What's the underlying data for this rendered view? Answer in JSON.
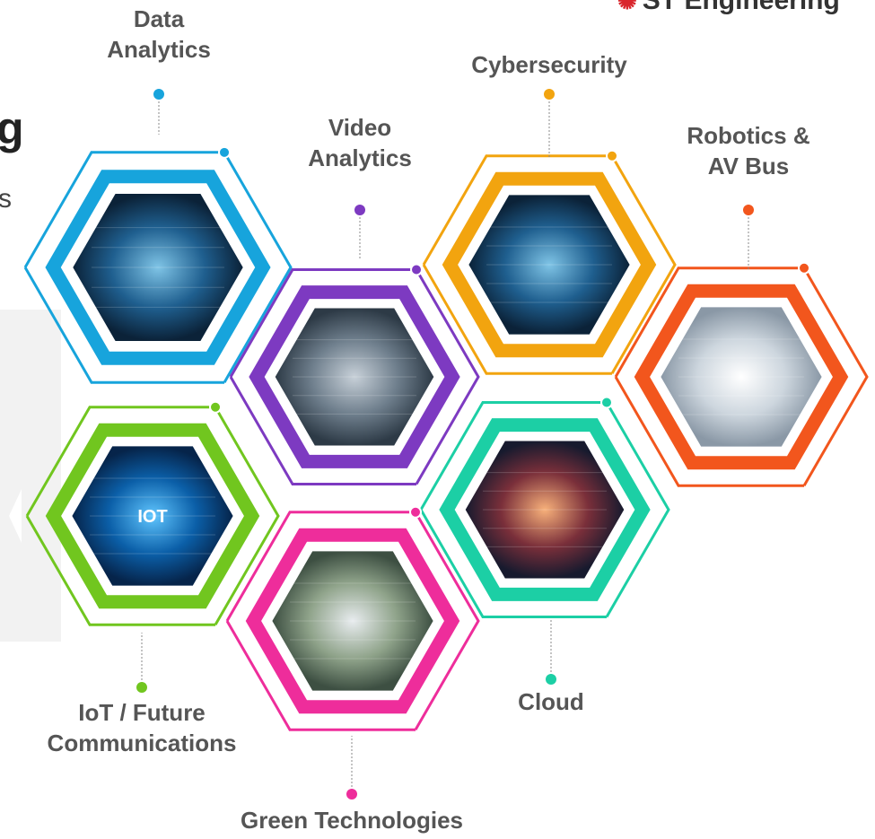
{
  "logo": {
    "text": "ST Engineering"
  },
  "page_title_fragment": "g",
  "subtitle_fragment": "s",
  "hex_items": [
    {
      "id": "data-analytics",
      "label_lines": [
        "Data",
        "Analytics"
      ],
      "color": "#17a4dc",
      "icon": "data-analytics-dashboard-image"
    },
    {
      "id": "video-analytics",
      "label_lines": [
        "Video",
        "Analytics"
      ],
      "color": "#7d3ac1",
      "icon": "face-recognition-camera-image"
    },
    {
      "id": "cybersecurity",
      "label_lines": [
        "Cybersecurity"
      ],
      "color": "#f2a40f",
      "icon": "shield-globe-image"
    },
    {
      "id": "robotics-av-bus",
      "label_lines": [
        "Robotics &",
        "AV Bus"
      ],
      "color": "#f2561d",
      "icon": "autonomous-bus-image"
    },
    {
      "id": "iot",
      "label_lines": [
        "IoT / Future",
        "Communications"
      ],
      "color": "#71c61f",
      "icon": "iot-chip-image",
      "badge": "IOT"
    },
    {
      "id": "cloud",
      "label_lines": [
        "Cloud"
      ],
      "color": "#1ccfa5",
      "icon": "cloud-network-image"
    },
    {
      "id": "green-technologies",
      "label_lines": [
        "Green Technologies"
      ],
      "color": "#ee2d9b",
      "icon": "green-building-image"
    }
  ]
}
